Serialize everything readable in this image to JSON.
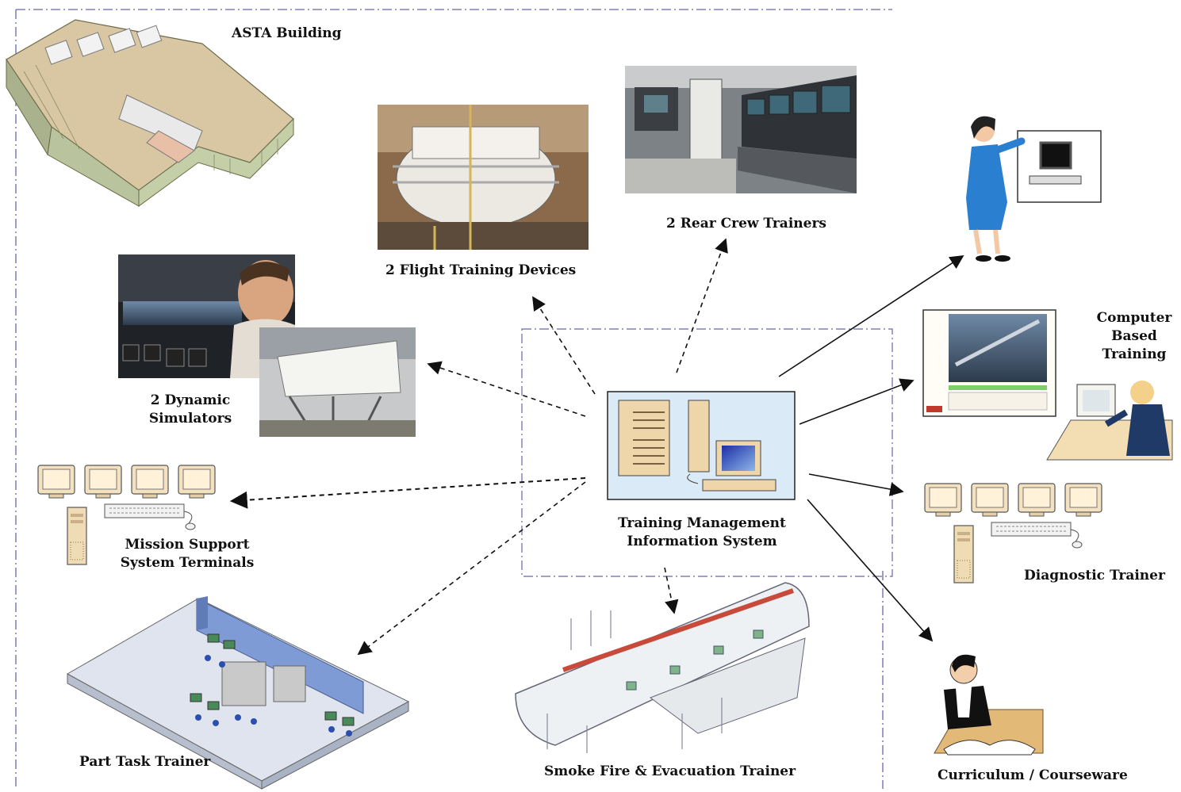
{
  "diagram": {
    "center": {
      "line1": "Training Management",
      "line2": "Information System"
    },
    "nodes": {
      "asta_building": "ASTA Building",
      "flight_training_devices": "2 Flight Training Devices",
      "rear_crew_trainers": "2 Rear Crew Trainers",
      "dynamic_simulators_line1": "2 Dynamic",
      "dynamic_simulators_line2": "Simulators",
      "mission_support_line1": "Mission Support",
      "mission_support_line2": "System Terminals",
      "part_task_trainer": "Part Task Trainer",
      "smoke_fire_trainer": "Smoke Fire & Evacuation Trainer",
      "computer_based_line1": "Computer",
      "computer_based_line2": "Based",
      "computer_based_line3": "Training",
      "diagnostic_trainer": "Diagnostic Trainer",
      "curriculum": "Curriculum / Courseware"
    },
    "colors": {
      "frame": "#6666aa",
      "center_box_fill": "#dbeaf7",
      "arrow": "#111111"
    },
    "icons": [
      "building-illustration",
      "simulator-photo",
      "crew-station-photo",
      "presenter-clipart",
      "computer-clipart",
      "workstation-clipart",
      "floorplan-illustration",
      "aircraft-cutaway-illustration",
      "reader-clipart"
    ]
  }
}
